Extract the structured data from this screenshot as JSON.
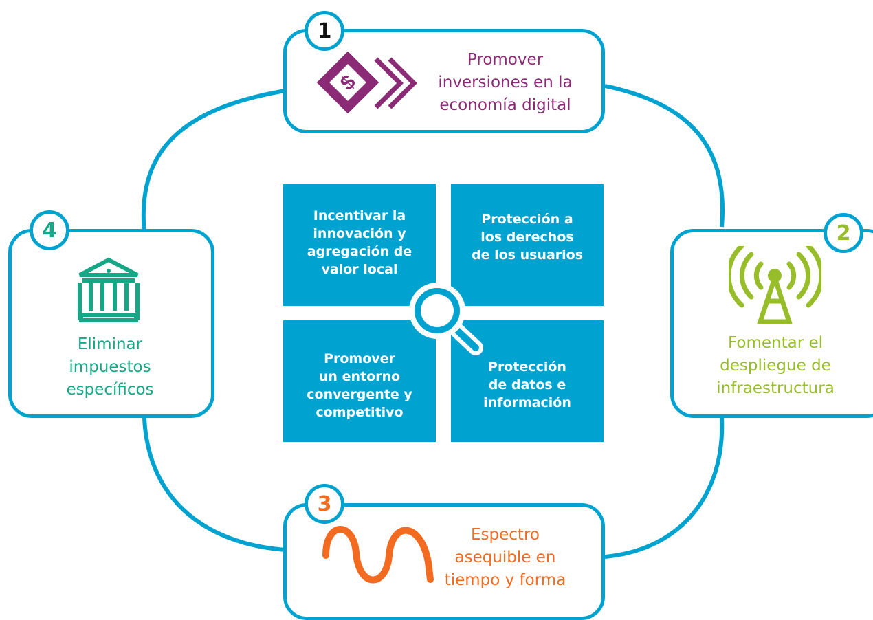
{
  "colors": {
    "ring": "#00a3cf",
    "quadrant_fill": "#00a3cf",
    "item_1": "#8b2a75",
    "item_2": "#97be2a",
    "item_3": "#f26b21",
    "item_4": "#16a886"
  },
  "items": [
    {
      "number": "1",
      "lines": [
        "Promover",
        "inversiones en la",
        "economía digital"
      ],
      "icon": "money-bills-icon"
    },
    {
      "number": "2",
      "lines": [
        "Fomentar el",
        "despliegue de",
        "infraestructura"
      ],
      "icon": "antenna-tower-icon"
    },
    {
      "number": "3",
      "lines": [
        "Espectro",
        "asequible en",
        "tiempo y forma"
      ],
      "icon": "wave-icon"
    },
    {
      "number": "4",
      "lines": [
        "Eliminar",
        "impuestos",
        "específicos"
      ],
      "icon": "bank-building-icon"
    }
  ],
  "center": {
    "icon": "magnifier-icon",
    "quadrants": [
      {
        "lines": [
          "Incentivar la",
          "innovación y",
          "agregación de",
          "valor local"
        ]
      },
      {
        "lines": [
          "Protección a",
          "los derechos",
          "de los usuarios"
        ]
      },
      {
        "lines": [
          "Promover",
          "un entorno",
          "convergente y",
          "competitivo"
        ]
      },
      {
        "lines": [
          "Protección",
          "de datos e",
          "información"
        ]
      }
    ]
  }
}
